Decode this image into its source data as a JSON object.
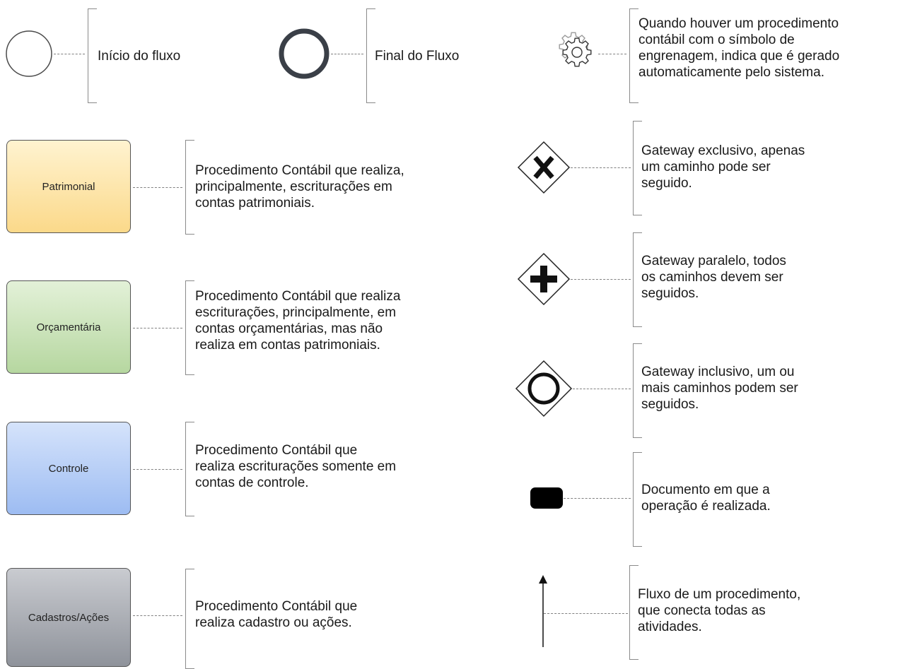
{
  "legend": {
    "inicio": {
      "label": "Início do fluxo"
    },
    "final": {
      "label": "Final do Fluxo"
    },
    "gear": {
      "lines": [
        "Quando houver um procedimento",
        "contábil  com o símbolo de",
        "engrenagem, indica que é gerado",
        "automaticamente pelo sistema."
      ]
    },
    "patrimonial": {
      "box_label": "Patrimonial",
      "lines": [
        "Procedimento Contábil que realiza,",
        "principalmente, escriturações em",
        "contas patrimoniais."
      ]
    },
    "orcamentaria": {
      "box_label": "Orçamentária",
      "lines": [
        "Procedimento Contábil que realiza",
        "escriturações, principalmente, em",
        "contas orçamentárias, mas não",
        "realiza em contas patrimoniais."
      ]
    },
    "controle": {
      "box_label": "Controle",
      "lines": [
        "Procedimento Contábil que",
        "realiza escriturações somente em",
        "contas de controle."
      ]
    },
    "cadastros": {
      "box_label": "Cadastros/Ações",
      "lines": [
        "Procedimento Contábil que",
        "realiza cadastro ou ações."
      ]
    },
    "gateway_exclusivo": {
      "lines": [
        "Gateway exclusivo, apenas",
        "um caminho pode ser",
        "seguido."
      ]
    },
    "gateway_paralelo": {
      "lines": [
        "Gateway paralelo, todos",
        "os caminhos devem ser",
        "seguidos."
      ]
    },
    "gateway_inclusivo": {
      "lines": [
        "Gateway inclusivo, um ou",
        "mais caminhos podem ser",
        "seguidos."
      ]
    },
    "documento": {
      "lines": [
        "Documento em que a",
        "operação é realizada."
      ]
    },
    "fluxo": {
      "lines": [
        "Fluxo de um procedimento,",
        "que conecta todas as",
        "atividades."
      ]
    }
  },
  "colors": {
    "patrimonial": [
      "#fff3d0",
      "#fbd98a"
    ],
    "orcamentaria": [
      "#e3f1d8",
      "#b6d7a0"
    ],
    "controle": [
      "#d5e3fb",
      "#9dbcf2"
    ],
    "cadastros": [
      "#c9cbd0",
      "#8f939b"
    ],
    "end_event_stroke": "#3a3f47"
  },
  "icons": {
    "start": "start-event-circle",
    "end": "end-event-circle",
    "gear": "gear-icon",
    "exclusive": "gateway-x-icon",
    "parallel": "gateway-plus-icon",
    "inclusive": "gateway-circle-icon",
    "document": "document-rect-icon",
    "flow": "arrow-up-icon"
  }
}
